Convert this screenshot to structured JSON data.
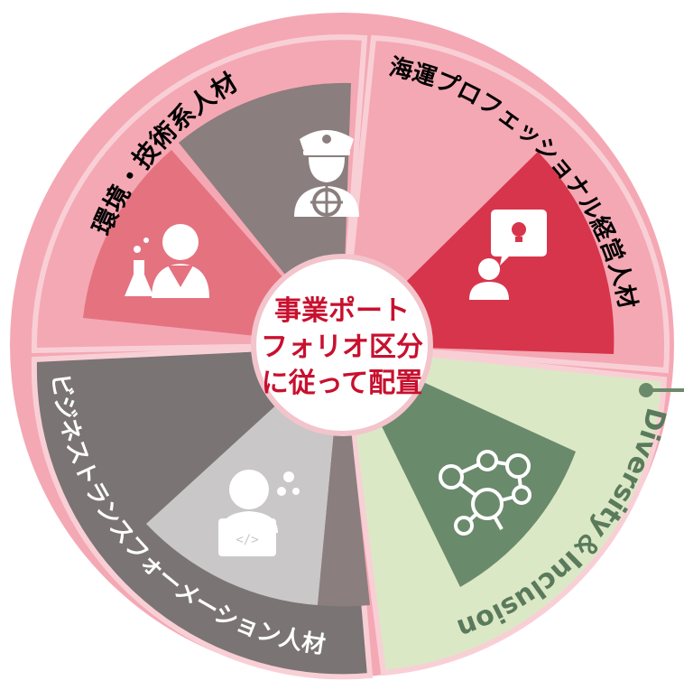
{
  "center": {
    "lines": [
      "事業ポート",
      "フォリオ区分",
      "に従って配置"
    ],
    "color": "#c8102e"
  },
  "segments": {
    "environment": {
      "label": "環境・技術系人材",
      "color": "#f4a8b4",
      "icon": "scientist-icon"
    },
    "maritime": {
      "label": "海運プロフェッショナル経営人材",
      "color": "#f4a8b4",
      "icon": "ship-captain-icon"
    },
    "digital": {
      "label": "ビジネストランスフォーメーション人材",
      "color": "#7a7474",
      "icon": "developer-icon"
    },
    "diversity": {
      "label": "Diversity＆Inclusion",
      "color": "#dbe8c6",
      "text_color": "#5a7a5c",
      "icon": "network-people-icon"
    }
  },
  "colors": {
    "pink_ring": "#f4a8b4",
    "red": "#e5727f",
    "crimson": "#d7354b",
    "taupe": "#8a7e7e",
    "gray_dark": "#7a7474",
    "gray_light": "#c9c7c7",
    "green_dark": "#6a8a6c",
    "green_light": "#dbe8c6"
  }
}
